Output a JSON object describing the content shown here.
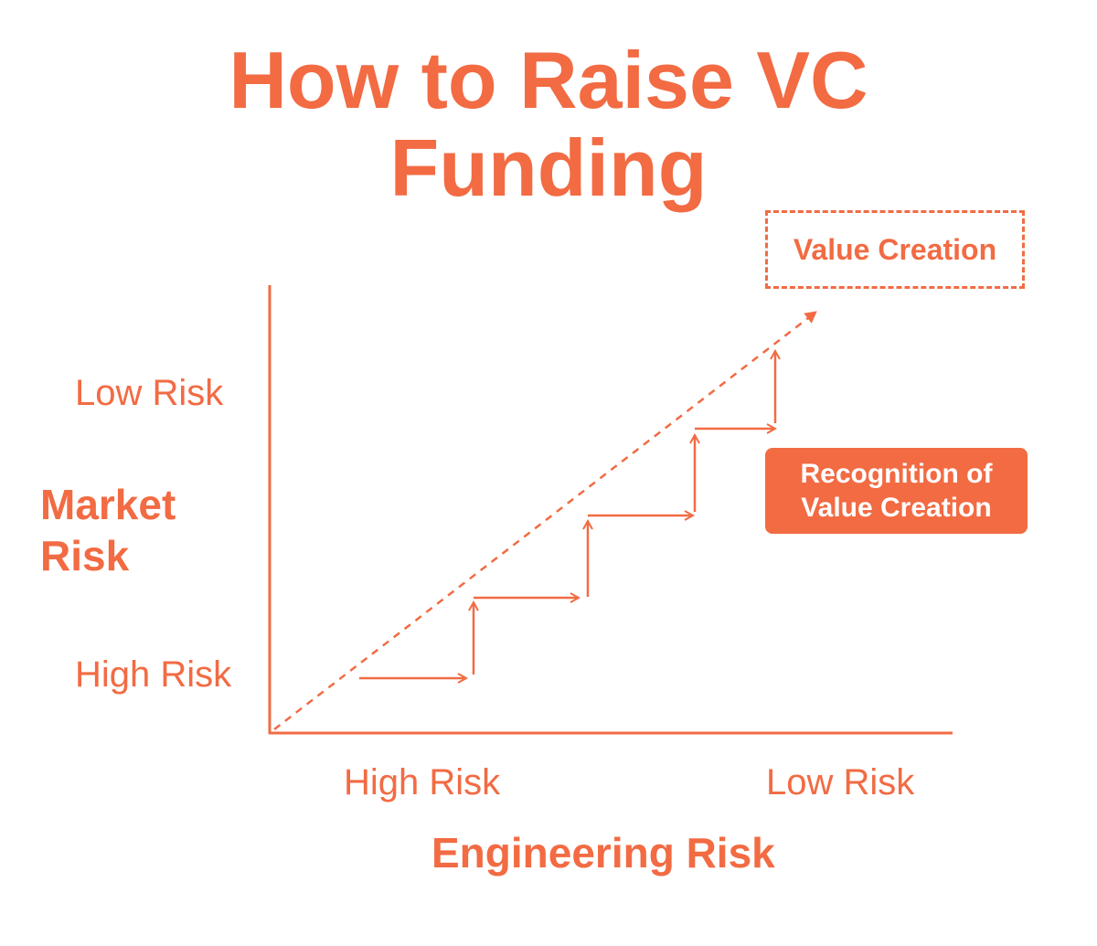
{
  "title": {
    "line1": "How to Raise VC",
    "line2": "Funding"
  },
  "y_axis": {
    "title_line1": "Market",
    "title_line2": "Risk",
    "top_label": "Low Risk",
    "bottom_label": "High Risk"
  },
  "x_axis": {
    "title": "Engineering Risk",
    "left_label": "High Risk",
    "right_label": "Low Risk"
  },
  "callouts": {
    "value_creation": "Value Creation",
    "recognition_line1": "Recognition of",
    "recognition_line2": "Value Creation"
  },
  "colors": {
    "accent": "#f26b43",
    "background": "#ffffff"
  }
}
